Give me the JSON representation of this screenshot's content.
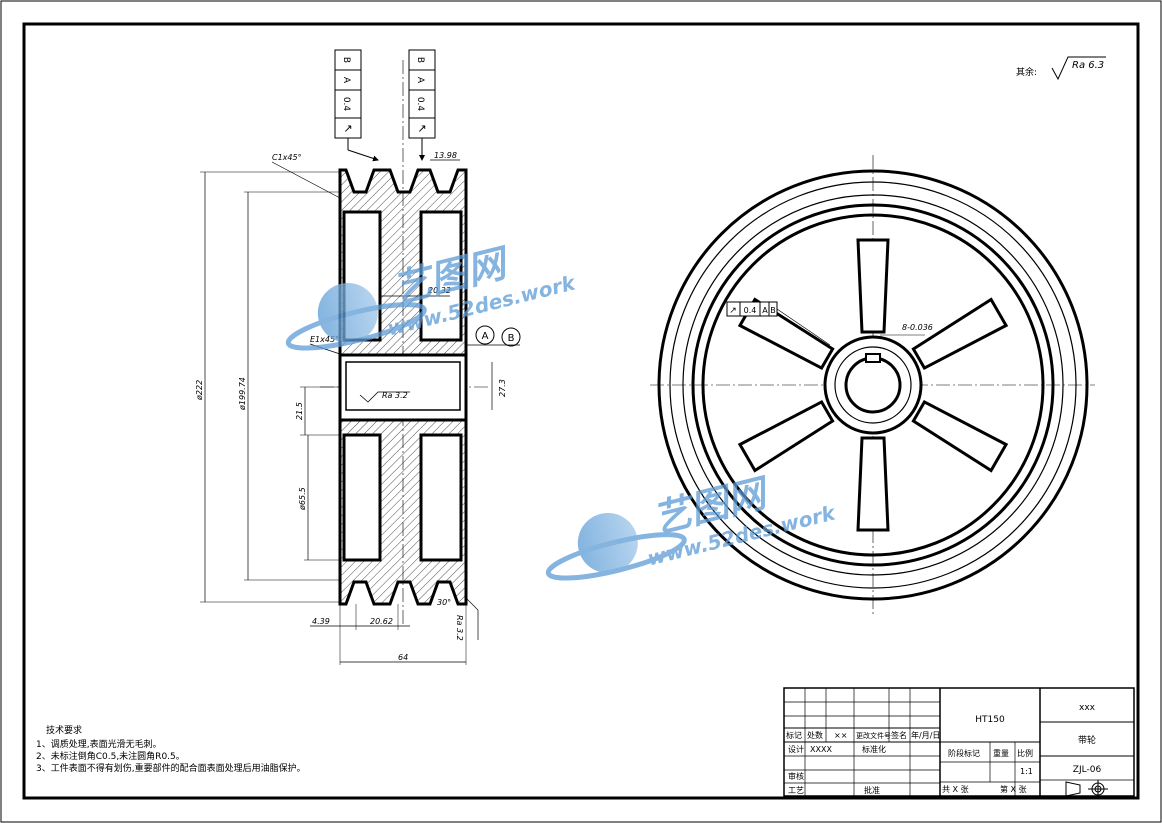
{
  "roughness_note": {
    "prefix": "其余:",
    "value": "Ra 6.3"
  },
  "tolerance_frames": [
    {
      "symbol": "↗",
      "value": "0.4",
      "datum1": "A",
      "datum2": "B"
    },
    {
      "symbol": "↗",
      "value": "0.4",
      "datum1": "A",
      "datum2": "B"
    }
  ],
  "section_dims": {
    "chamfer_top": "C1x45°",
    "groove_width": "13.98",
    "hub_offset": "20.32",
    "chamfer_bore": "E1x45°",
    "datum_a": "A",
    "datum_b": "B",
    "bore_roughness": "Ra 3.2",
    "keyway_depth": "27.3",
    "outer_dia": "ø222",
    "pitch_dia": "ø199.74",
    "hub_len": "21.5",
    "hub_dia": "ø65.5",
    "groove_angle": "30°",
    "groove_roughness": "Ra 3.2",
    "edge_offset": "4.39",
    "groove_pitch": "20.62",
    "total_width": "64"
  },
  "front_view": {
    "frame": {
      "symbol": "↗",
      "value": "0.4",
      "datum1": "A",
      "datum2": "B"
    },
    "bore_dim": "8-0.036"
  },
  "watermark": {
    "brand": "艺图网",
    "url": "www.52des.work"
  },
  "tech_requirements": {
    "title": "技术要求",
    "lines": [
      "1、调质处理,表面光滑无毛刺。",
      "2、未标注倒角C0.5,未注圆角R0.5。",
      "3、工件表面不得有划伤,重要部件的配合面表面处理后用油脂保护。"
    ]
  },
  "title_block": {
    "material": "HT150",
    "company": "xxx",
    "part_name": "带轮",
    "drawing_no": "ZJL-06",
    "scale": "1:1",
    "row_marks": {
      "c1": "标记",
      "c2": "处数",
      "c3": "××",
      "c4": "更改文件号",
      "c5": "签名",
      "c6": "年/月/日"
    },
    "row_design": {
      "c1": "设计",
      "c2": "XXXX",
      "c3": "标准化"
    },
    "row_review": {
      "c1": "审核"
    },
    "row_process": {
      "c1": "工艺",
      "c2": "批准"
    },
    "stage": "阶段标记",
    "weight": "重量",
    "scale_label": "比例",
    "sheets_total": "共 X 张",
    "sheet_no": "第 X 张"
  }
}
